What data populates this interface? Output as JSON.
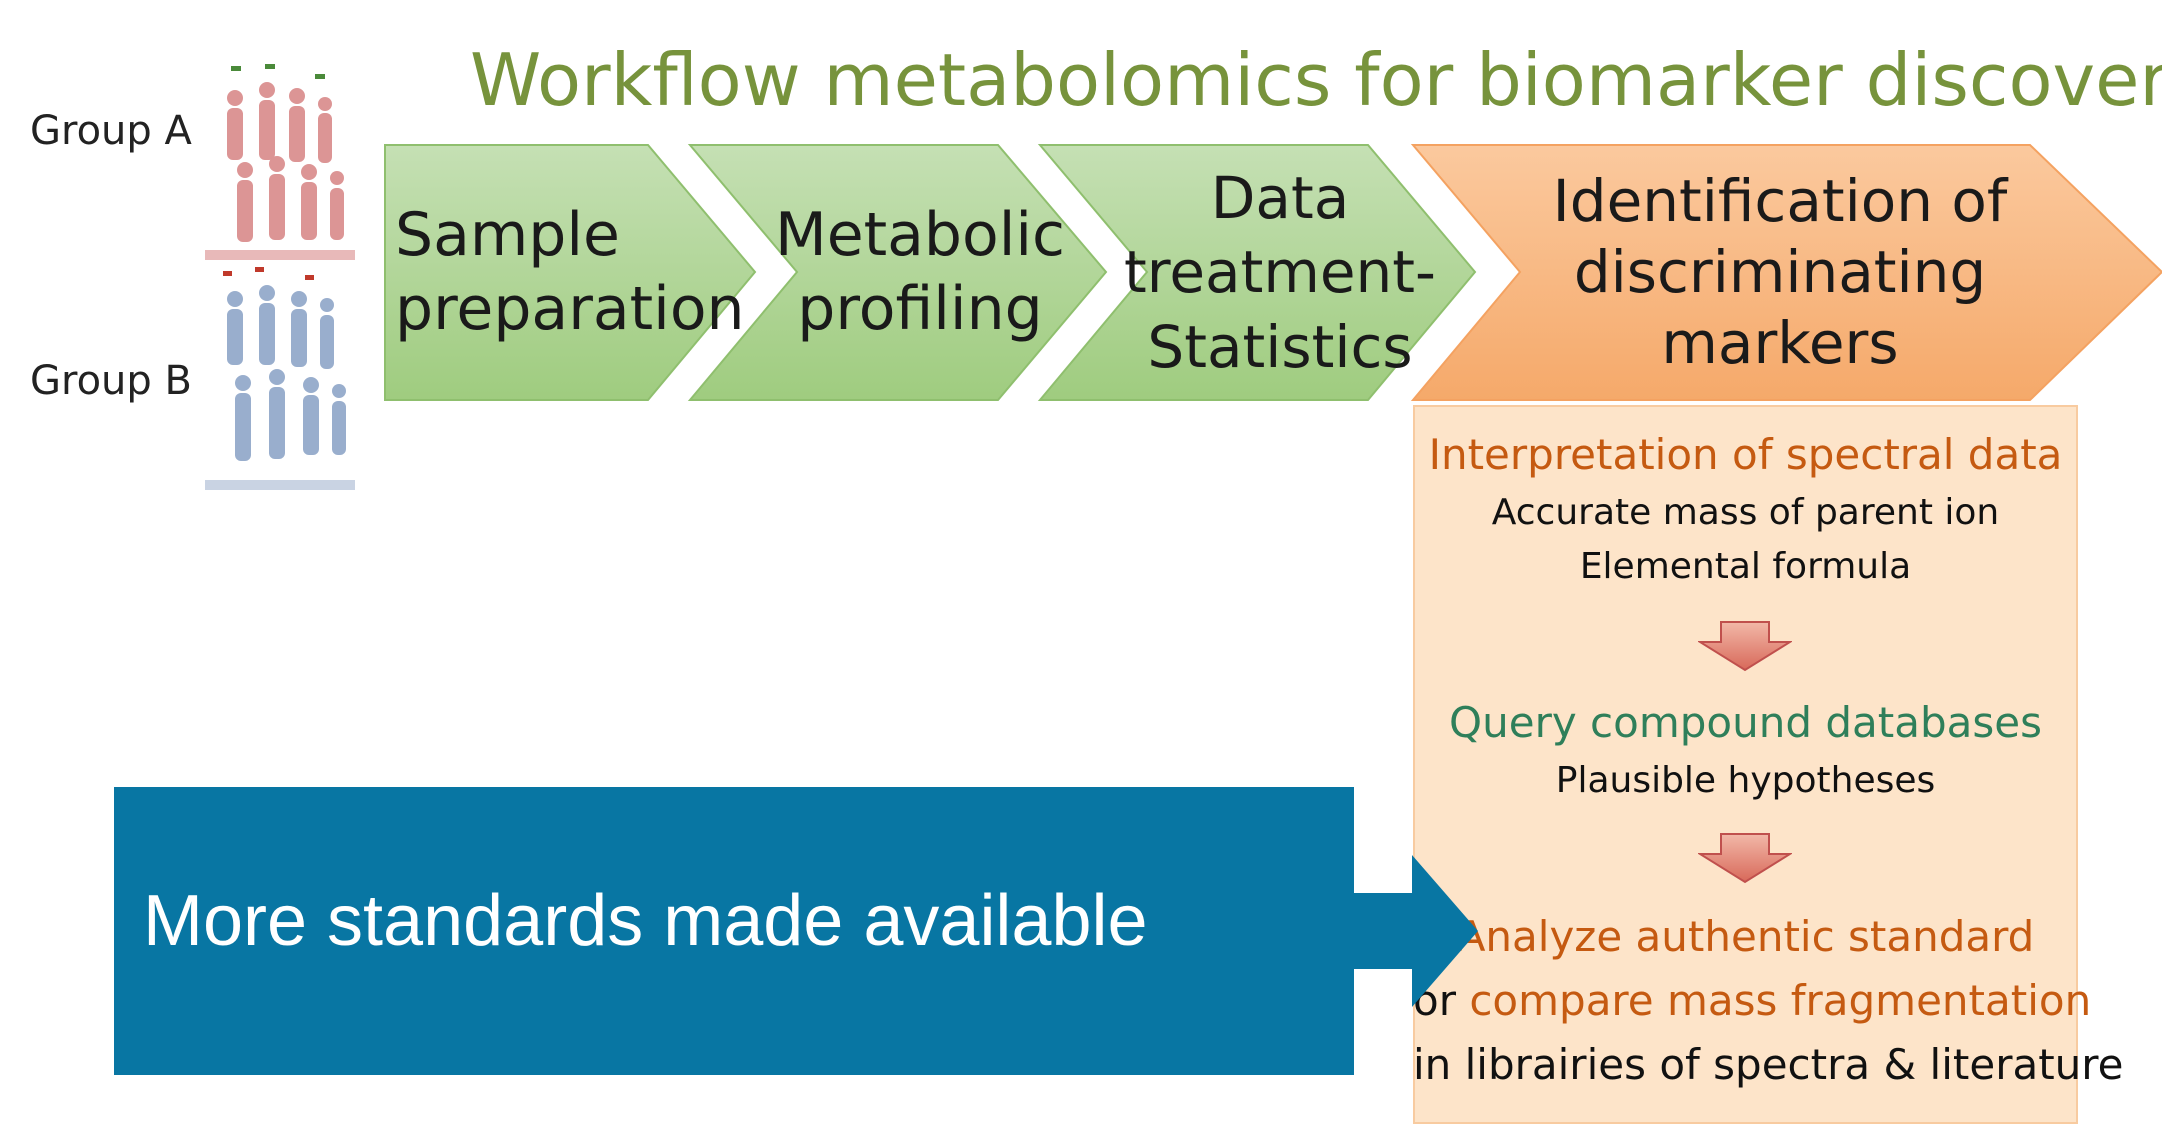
{
  "title": "Workflow metabolomics for biomarker discovery",
  "groups": [
    {
      "label": "Group A",
      "color": "#d98a8a"
    },
    {
      "label": "Group B",
      "color": "#8fa6c8"
    }
  ],
  "steps": [
    {
      "lines": [
        "Sample",
        "preparation"
      ]
    },
    {
      "lines": [
        "Metabolic",
        "profiling"
      ]
    },
    {
      "lines": [
        "Data",
        "treatment-",
        "Statistics"
      ]
    },
    {
      "lines": [
        "Identification of",
        "discriminating markers"
      ]
    }
  ],
  "details": {
    "interpretation_title": "Interpretation of spectral data",
    "interpretation_line1": "Accurate mass of parent ion",
    "interpretation_line2": "Elemental formula",
    "query_title": "Query compound databases",
    "query_line1": "Plausible hypotheses",
    "analyze_title": "Analyze authentic standard",
    "or_word": "or",
    "compare": "compare mass fragmentation",
    "libraries": "in librairies of spectra & literature"
  },
  "callout": "More standards made available",
  "colors": {
    "green_step": "#a9d18e",
    "orange_step": "#f7b07a",
    "panel": "#fde4c9",
    "callout": "#0876a3",
    "title": "#77933c",
    "accent_orange": "#c55a11",
    "accent_green": "#2f7f5a"
  }
}
